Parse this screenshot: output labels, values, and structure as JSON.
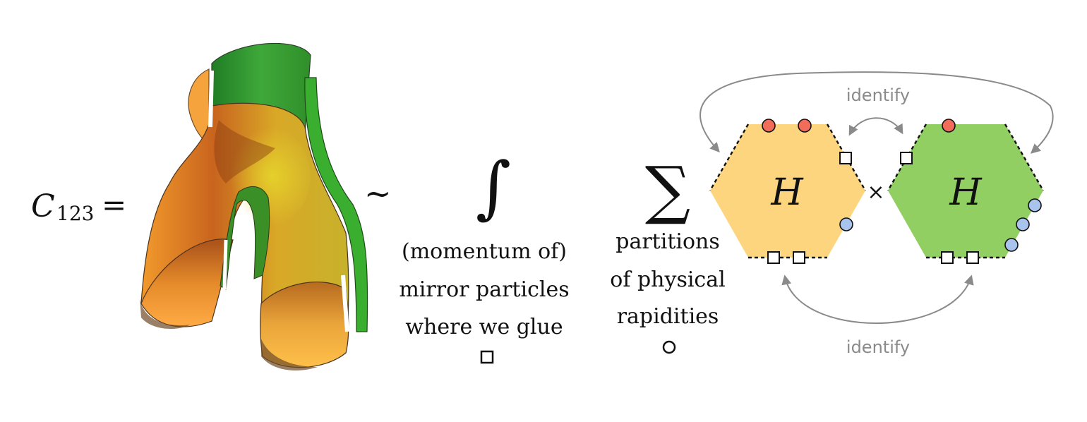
{
  "equation": {
    "lhs_symbol": "C",
    "lhs_subscript": "123",
    "equals": "=",
    "tilde": "~",
    "integral": "∫",
    "sum": "∑",
    "times": "×"
  },
  "integral_caption": {
    "line1": "(momentum of)",
    "line2": "mirror particles",
    "line3": "where we glue"
  },
  "sum_caption": {
    "line1": "partitions",
    "line2": "of physical",
    "line3": "rapidities"
  },
  "hexagons": {
    "left_label": "H",
    "right_label": "H",
    "left_color": "#fdd57e",
    "right_color": "#92cf63",
    "red_marker_color": "#f26c5a",
    "blue_marker_color": "#a9c4ec"
  },
  "arrows": {
    "top_label": "identify",
    "bottom_label": "identify"
  }
}
